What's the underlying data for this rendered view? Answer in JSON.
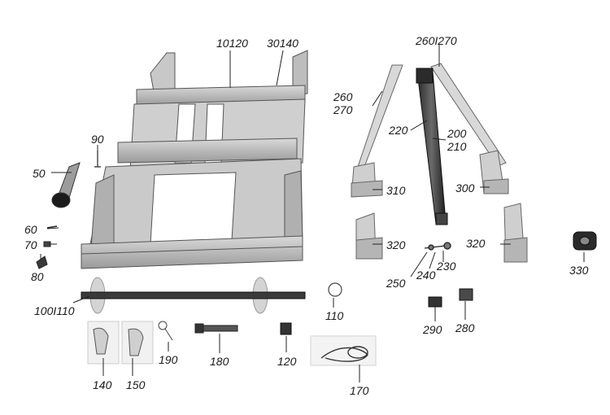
{
  "diagram": {
    "part_labels": {
      "frame_top": "10120",
      "frame_top_right": "30140",
      "rail_pair": "260I270",
      "rail_left_a": "260",
      "rail_left_b": "270",
      "screw_a": "220",
      "screw_b": "200",
      "screw_c": "210",
      "pin_90": "90",
      "tube_50": "50",
      "pin_60": "60",
      "nut_70": "70",
      "nut_80": "80",
      "bracket_310": "310",
      "bracket_300": "300",
      "bracket_320_left": "320",
      "bracket_320_right": "320",
      "bearing_330": "330",
      "bolt_250": "250",
      "bolt_240": "240",
      "bolt_230": "230",
      "shaft_100": "100I110",
      "ring_110": "110",
      "clip_290": "290",
      "plate_280": "280",
      "lever_140": "140",
      "lever_150": "150",
      "key_190": "190",
      "pin_180": "180",
      "block_120": "120",
      "wire_170": "170"
    }
  }
}
